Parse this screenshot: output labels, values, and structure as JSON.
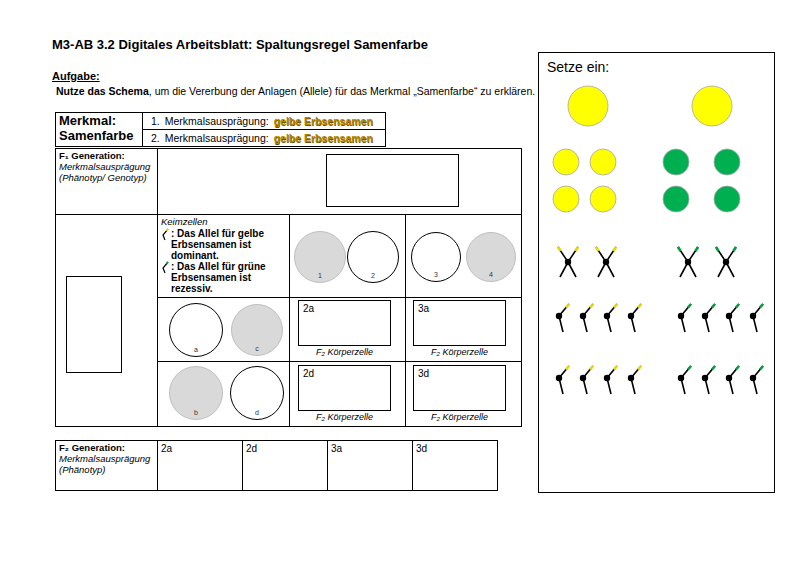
{
  "diagram": {
    "title": "M3-AB 3.2 Digitales Arbeitsblatt: Spaltungsregel Samenfarbe",
    "nodes": [
      {
        "text": [
          "Merkmal: Samenfarbe"
        ]
      },
      {
        "text": [
          "1.",
          "Merkmalsausprägung:",
          "gelbe Erbsensamen"
        ]
      },
      {
        "text": [
          "2.",
          "Merkmalsausprägung:",
          "gelbe Erbsensamen"
        ]
      },
      {
        "text": [
          "F₁ Generation:",
          "Merkmalsausprägung (Phänotyp/ Genotyp)"
        ]
      },
      {
        "text": [
          "Keimzellen",
          ": Das Allel für gelbe Erbsensamen ist dominant.",
          ": Das Allel für grüne Erbsensamen ist rezessiv."
        ]
      },
      {
        "text": [
          "1"
        ]
      },
      {
        "text": [
          "2"
        ]
      },
      {
        "text": [
          "3"
        ]
      },
      {
        "text": [
          "4"
        ]
      },
      {
        "text": [
          "a"
        ]
      },
      {
        "text": [
          "c"
        ]
      },
      {
        "text": [
          "b"
        ]
      },
      {
        "text": [
          "d"
        ]
      },
      {
        "text": [
          "2a",
          "F₂ Körperzelle"
        ]
      },
      {
        "text": [
          "3a",
          "F₂ Körperzelle"
        ]
      },
      {
        "text": [
          "2d",
          "F₂ Körperzelle"
        ]
      },
      {
        "text": [
          "3d",
          "F₂ Körperzelle"
        ]
      },
      {
        "text": [
          "F₂ Generation:",
          "Merkmalsausprägung (Phänotyp)"
        ]
      },
      {
        "text": [
          "2a"
        ]
      },
      {
        "text": [
          "2d"
        ]
      },
      {
        "text": [
          "3a"
        ]
      },
      {
        "text": [
          "3d"
        ]
      },
      {
        "text": [
          "Setze ein:"
        ]
      }
    ],
    "labels": [
      "Aufgabe:",
      "Nutze das Schema",
      ", um die Vererbung der Anlagen (Allele) für das Merkmal „Samenfarbe“ zu erklären."
    ]
  }
}
